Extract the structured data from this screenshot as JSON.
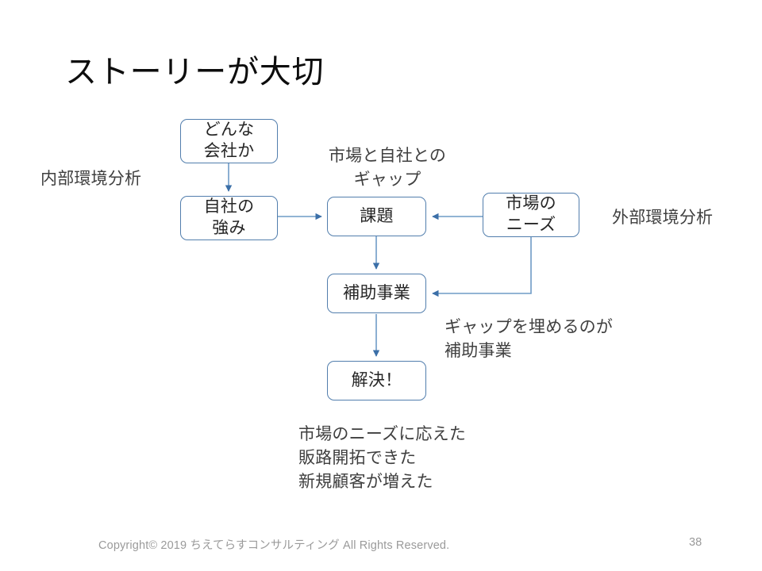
{
  "slide": {
    "title": "ストーリーが大切",
    "page_number": "38",
    "footer": "Copyright© 2019 ちえてらすコンサルティング All Rights Reserved.",
    "accent_color": "#527ead",
    "text_color": "#3f3f3f",
    "title_color": "#0d0d0d",
    "footer_color": "#9a9a9a"
  },
  "nodes": [
    {
      "id": "company",
      "lines": [
        "どんな",
        "会社か"
      ]
    },
    {
      "id": "strength",
      "lines": [
        "自社の",
        "強み"
      ]
    },
    {
      "id": "issue",
      "lines": [
        "課題"
      ]
    },
    {
      "id": "market-needs",
      "lines": [
        "市場の",
        "ニーズ"
      ]
    },
    {
      "id": "subsidy-project",
      "lines": [
        "補助事業"
      ]
    },
    {
      "id": "solution",
      "lines": [
        "解決！"
      ]
    }
  ],
  "annotations": {
    "internal_analysis": "内部環境分析",
    "external_analysis": "外部環境分析",
    "gap_label": "市場と自社との\nギャップ",
    "subsidy_note": "ギャップを埋めるのが\n補助事業",
    "outcomes": "市場のニーズに応えた\n販路開拓できた\n新規顧客が増えた"
  }
}
